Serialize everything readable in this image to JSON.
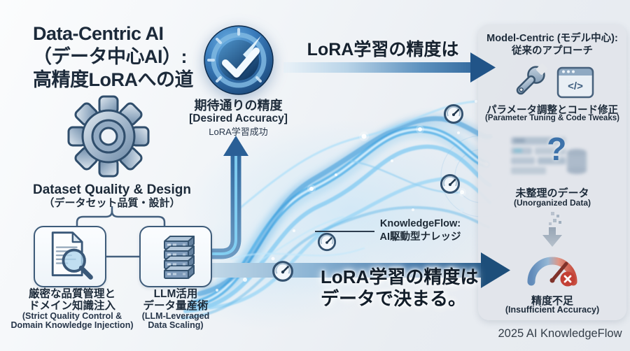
{
  "title": {
    "line1": "Data-Centric AI",
    "line2": "（データ中心AI）:",
    "line3": "高精度LoRAへの道"
  },
  "badge": {
    "jp": "期待通りの精度",
    "en": "[Desired Accuracy]",
    "sub": "LoRA学習成功"
  },
  "dataset": {
    "en": "Dataset Quality & Design",
    "jp": "（データセット品質・設計）"
  },
  "quality_box": {
    "jp1": "厳密な品質管理と",
    "jp2": "ドメイン知識注入",
    "en1": "(Strict Quality Control &",
    "en2": "Domain Knowledge Injection)"
  },
  "scaling_box": {
    "jp1": "LLM活用",
    "jp2": "データ量産術",
    "en1": "(LLM-Leveraged",
    "en2": "Data Scaling)"
  },
  "arrows": {
    "top_label": "LoRA学習の精度は",
    "bottom_line1": "LoRA学習の精度は",
    "bottom_line2": "データで決まる。"
  },
  "knowledgeflow": {
    "line1": "KnowledgeFlow:",
    "line2": "AI駆動型ナレッジ"
  },
  "model_centric": {
    "header1": "Model-Centric (モデル中心):",
    "header2": "従来のアプローチ",
    "tuning_jp": "パラメータ調整とコード修正",
    "tuning_en": "(Parameter Tuning & Code Tweaks)",
    "question": "?",
    "code": "</>",
    "unorganized_jp": "未整理のデータ",
    "unorganized_en": "(Unorganized Data)",
    "insufficient_jp": "精度不足",
    "insufficient_en": "(Insufficient Accuracy)"
  },
  "footer": {
    "text": "2025 AI KnowledgeFlow"
  },
  "colors": {
    "navy_text": "#1c2a3a",
    "arrow_dark": "#1f527f",
    "wave_blue": "#53b2e8",
    "panel_bg": "#e4e7eb",
    "alert_red": "#c23b30"
  },
  "icons": {
    "badge": "gauge-check-icon",
    "gear": "gear-icon",
    "quality": "document-magnifier-icon",
    "scaling": "server-stack-icon",
    "tuning_left": "wrench-icon",
    "tuning_right": "code-window-icon",
    "unorganized": "question-mark-data-icon",
    "drop": "pixel-down-arrow-icon",
    "insufficient": "low-accuracy-gauge-icon",
    "decorative": "mini-gauge-icon"
  }
}
